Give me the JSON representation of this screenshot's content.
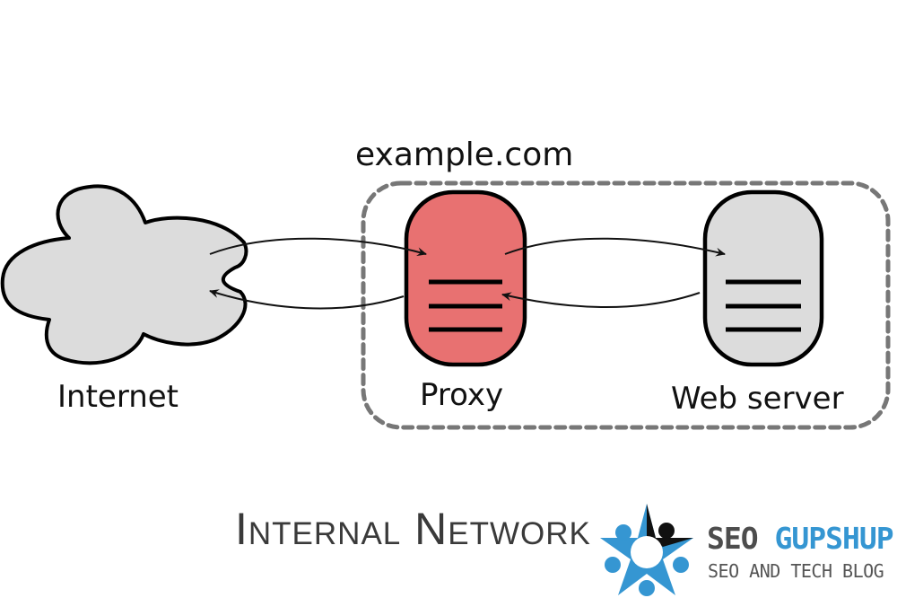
{
  "diagram": {
    "domain_label": "example.com",
    "nodes": [
      {
        "id": "internet",
        "label": "Internet",
        "shape": "cloud",
        "fill": "#dcdcdc"
      },
      {
        "id": "proxy",
        "label": "Proxy",
        "shape": "server",
        "fill": "#e87171"
      },
      {
        "id": "web_server",
        "label": "Web server",
        "shape": "server",
        "fill": "#dcdcdc"
      }
    ],
    "edges": [
      {
        "from": "internet",
        "to": "proxy",
        "direction": "request"
      },
      {
        "from": "proxy",
        "to": "web_server",
        "direction": "request"
      },
      {
        "from": "web_server",
        "to": "proxy",
        "direction": "response"
      },
      {
        "from": "proxy",
        "to": "internet",
        "direction": "response"
      }
    ],
    "group": {
      "label": "example.com",
      "members": [
        "proxy",
        "web_server"
      ],
      "border": "dashed",
      "border_color": "#777777"
    },
    "caption": "Internal Network"
  },
  "watermark": {
    "title_part1": "SEO ",
    "title_part2": "GUPSHUP",
    "subtitle": "SEO AND TECH BLOG",
    "colors": {
      "primary": "#3596d2",
      "dark": "#4d4d4d"
    }
  }
}
